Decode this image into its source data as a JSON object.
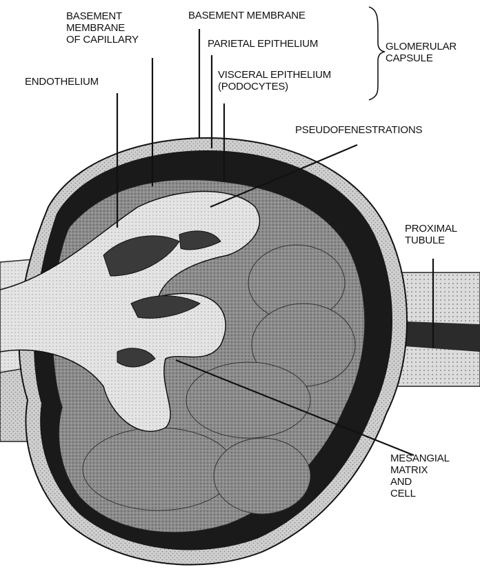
{
  "labels": {
    "basement_membrane_of_capillary": "BASEMENT\nMEMBRANE\nOF CAPILLARY",
    "basement_membrane": "BASEMENT MEMBRANE",
    "parietal_epithelium": "PARIETAL EPITHELIUM",
    "visceral_epithelium": "VISCERAL EPITHELIUM\n(PODOCYTES)",
    "glomerular_capsule": "GLOMERULAR\nCAPSULE",
    "endothelium": "ENDOTHELIUM",
    "pseudofenestrations": "PSEUDOFENESTRATIONS",
    "proximal_tubule": "PROXIMAL\nTUBULE",
    "mesangial_matrix_and_cell": "MESANGIAL\nMATRIX\nAND\nCELL"
  },
  "colors": {
    "ink": "#111111",
    "capsule_wall": "#d4d4d4",
    "urinary_space": "#1a1a1a",
    "capillary_tuft": "#8e8e8e",
    "capillary_loop": "#c9c9c9",
    "lumen": "#3a3a3a"
  }
}
